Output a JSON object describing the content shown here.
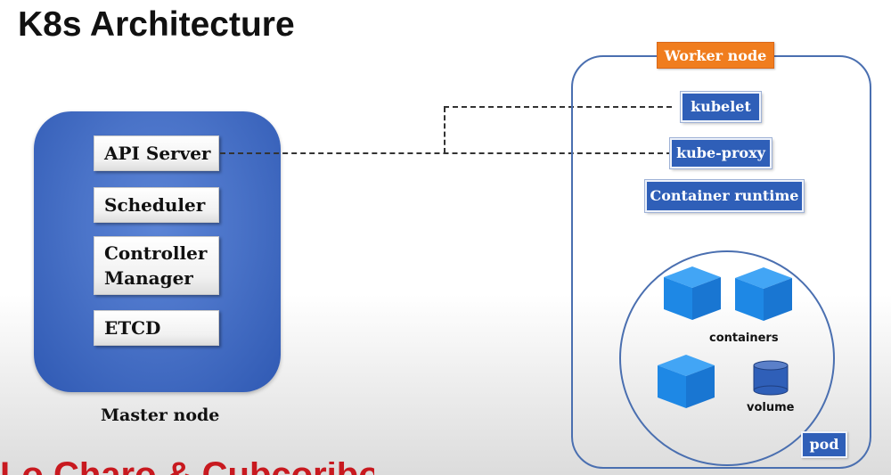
{
  "title": "K8s Architecture",
  "master": {
    "label": "Master node",
    "components": [
      {
        "label": "API Server"
      },
      {
        "label": "Scheduler"
      },
      {
        "label": "Controller Manager",
        "line1": "Controller",
        "line2": "Manager"
      },
      {
        "label": "ETCD"
      }
    ]
  },
  "worker": {
    "label": "Worker node",
    "components": [
      {
        "label": "kubelet"
      },
      {
        "label": "kube-proxy"
      },
      {
        "label": "Container runtime"
      }
    ],
    "pod": {
      "label": "pod",
      "containers_label": "containers",
      "volume_label": "volume",
      "icons": [
        "container-icon",
        "container-icon",
        "container-icon",
        "volume-icon"
      ]
    }
  },
  "banner": {
    "partial_text": "Lo Charo & Cubcoribo"
  },
  "colors": {
    "master_blue": "#4a73c8",
    "worker_component_blue": "#2f5fb8",
    "worker_tag_orange": "#f07d1e",
    "cube_blue": "#1e88e5",
    "banner_red": "#c8191f"
  }
}
